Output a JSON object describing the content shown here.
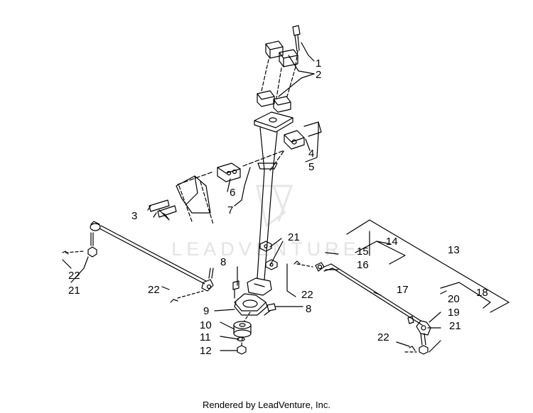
{
  "watermark": "LEADVENTURE",
  "footer": "Rendered by LeadVenture, Inc.",
  "callouts": [
    {
      "id": "c1",
      "text": "1"
    },
    {
      "id": "c2",
      "text": "2"
    },
    {
      "id": "c3",
      "text": "3"
    },
    {
      "id": "c4",
      "text": "4"
    },
    {
      "id": "c5",
      "text": "5"
    },
    {
      "id": "c6",
      "text": "6"
    },
    {
      "id": "c7",
      "text": "7"
    },
    {
      "id": "c8a",
      "text": "8"
    },
    {
      "id": "c8b",
      "text": "8"
    },
    {
      "id": "c9",
      "text": "9"
    },
    {
      "id": "c10",
      "text": "10"
    },
    {
      "id": "c11",
      "text": "11"
    },
    {
      "id": "c12",
      "text": "12"
    },
    {
      "id": "c13",
      "text": "13"
    },
    {
      "id": "c14",
      "text": "14"
    },
    {
      "id": "c15",
      "text": "15"
    },
    {
      "id": "c16",
      "text": "16"
    },
    {
      "id": "c17",
      "text": "17"
    },
    {
      "id": "c18",
      "text": "18"
    },
    {
      "id": "c19",
      "text": "19"
    },
    {
      "id": "c20",
      "text": "20"
    },
    {
      "id": "c21a",
      "text": "21"
    },
    {
      "id": "c21b",
      "text": "21"
    },
    {
      "id": "c21c",
      "text": "21"
    },
    {
      "id": "c22a",
      "text": "22"
    },
    {
      "id": "c22b",
      "text": "22"
    },
    {
      "id": "c22c",
      "text": "22"
    },
    {
      "id": "c22d",
      "text": "22"
    }
  ]
}
